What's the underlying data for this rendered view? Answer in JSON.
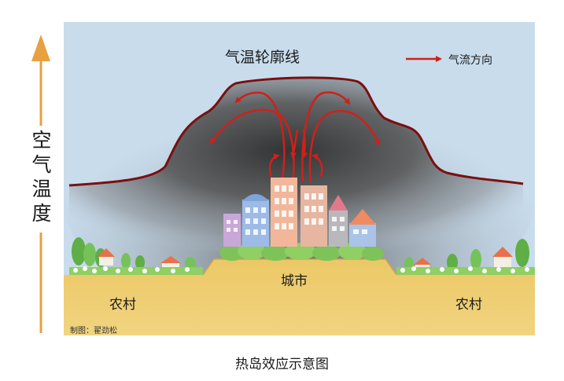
{
  "diagram": {
    "contour_title": "气温轮廓线",
    "legend": {
      "label": "气流方向",
      "arrow_color": "#d0201a"
    },
    "y_axis_label": [
      "空",
      "气",
      "温",
      "度"
    ],
    "city_label": "城市",
    "rural_left_label": "农村",
    "rural_right_label": "农村",
    "credit": "制图：翟劲松",
    "caption": "热岛效应示意图",
    "colors": {
      "sky": "#c9dcec",
      "contour_line": "#7a1010",
      "heat_dome": "#3a3a3a",
      "airflow": "#d0201a",
      "ground": "#e6be5c",
      "axis_arrow": "#e8a040"
    }
  }
}
